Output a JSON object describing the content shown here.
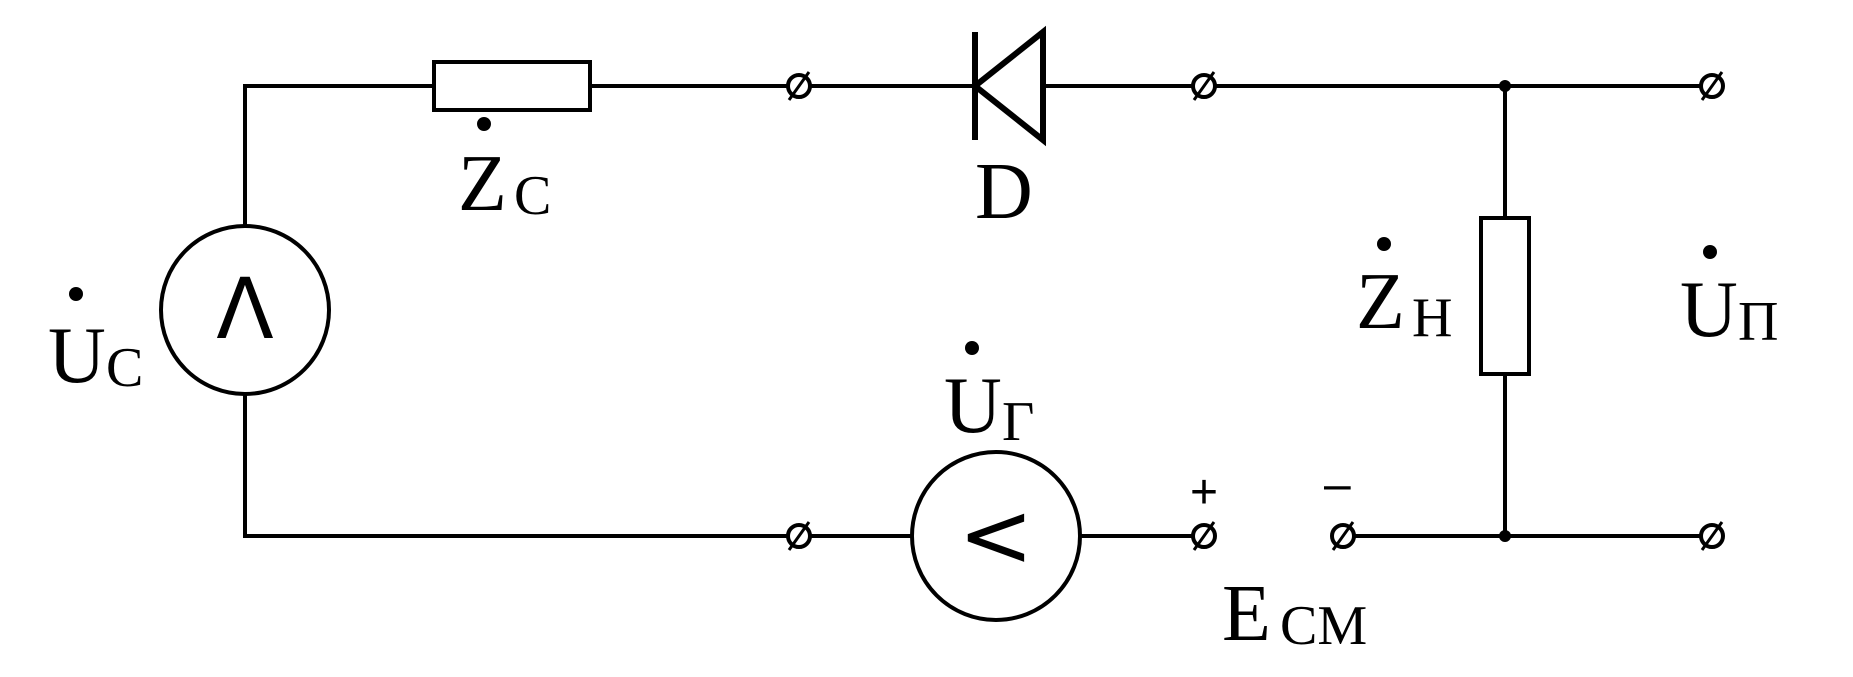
{
  "labels": {
    "Zc": {
      "main": "Z",
      "sub": "C"
    },
    "D": "D",
    "Uc": {
      "main": "U",
      "sub": "C"
    },
    "Ug": {
      "main": "U",
      "sub": "Г"
    },
    "Zn": {
      "main": "Z",
      "sub": "Н"
    },
    "Up": {
      "main": "U",
      "sub": "П"
    },
    "Ecm": {
      "main": "E",
      "sub": "СМ"
    },
    "plus": "+",
    "minus": "–"
  },
  "symbols": {
    "source_c_glyph": "Λ",
    "source_g_glyph": "<"
  }
}
